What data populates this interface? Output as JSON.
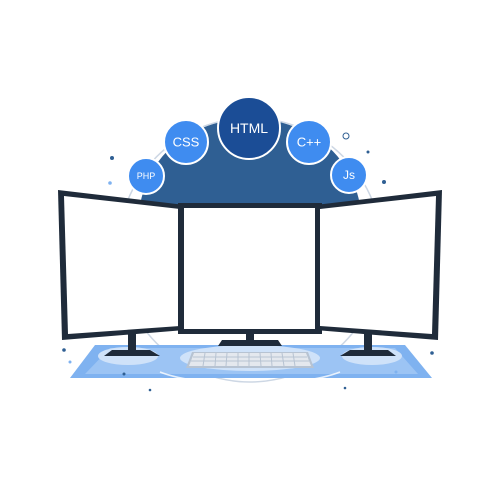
{
  "illustration": {
    "languages": [
      {
        "id": "php",
        "label": "PHP"
      },
      {
        "id": "css",
        "label": "CSS"
      },
      {
        "id": "html",
        "label": "HTML"
      },
      {
        "id": "cpp",
        "label": "C++"
      },
      {
        "id": "js",
        "label": "Js"
      }
    ],
    "colors": {
      "arch_fill": "#2f5f93",
      "bubble_light": "#3f8cf0",
      "bubble_dark": "#1b4d96",
      "screen": "#ffffff",
      "bezel": "#1f2b3a",
      "desk_mat": "#7fb2f0",
      "desk_mat_light": "#cfe2f9",
      "keyboard": "#e4e8ee"
    }
  }
}
